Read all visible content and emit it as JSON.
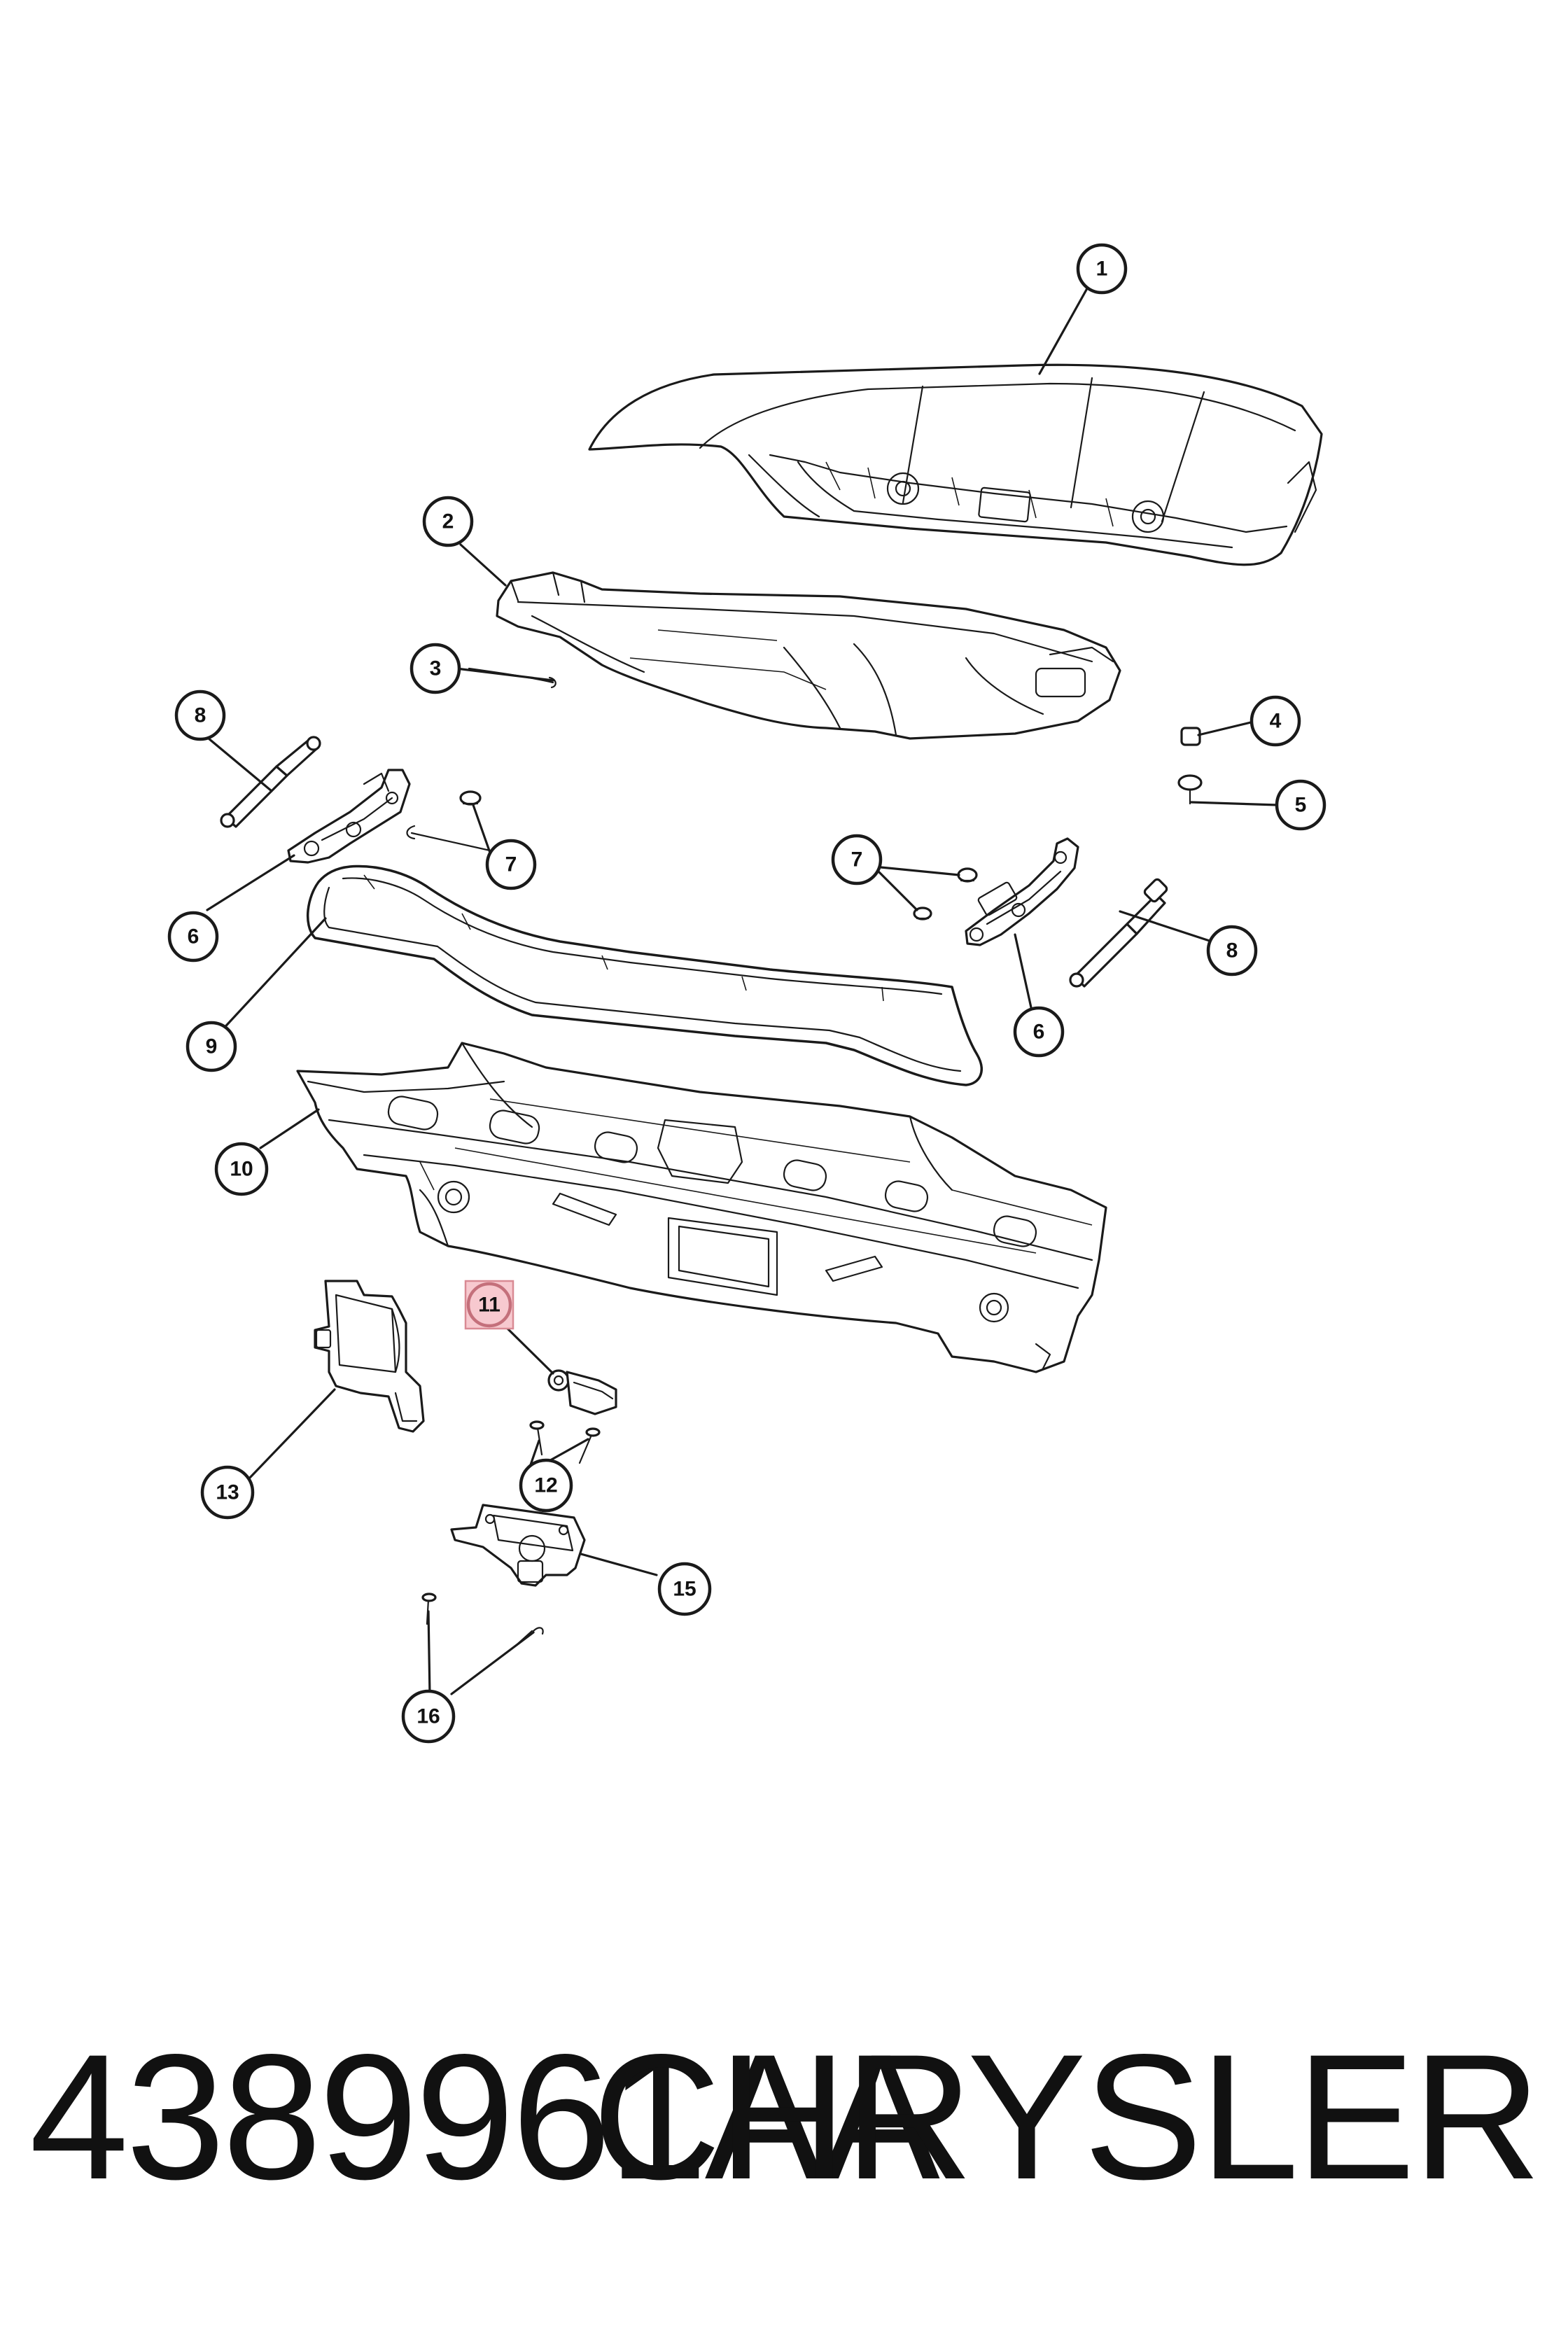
{
  "diagram": {
    "callouts": [
      "1",
      "2",
      "3",
      "4",
      "5",
      "6",
      "7",
      "8",
      "9",
      "10",
      "11",
      "12",
      "13",
      "15",
      "16"
    ],
    "highlighted_callout": "11",
    "highlight_color": "#f7c9cf"
  },
  "footer": {
    "part_number": "4389961AA",
    "brand": "CHRYSLER"
  }
}
